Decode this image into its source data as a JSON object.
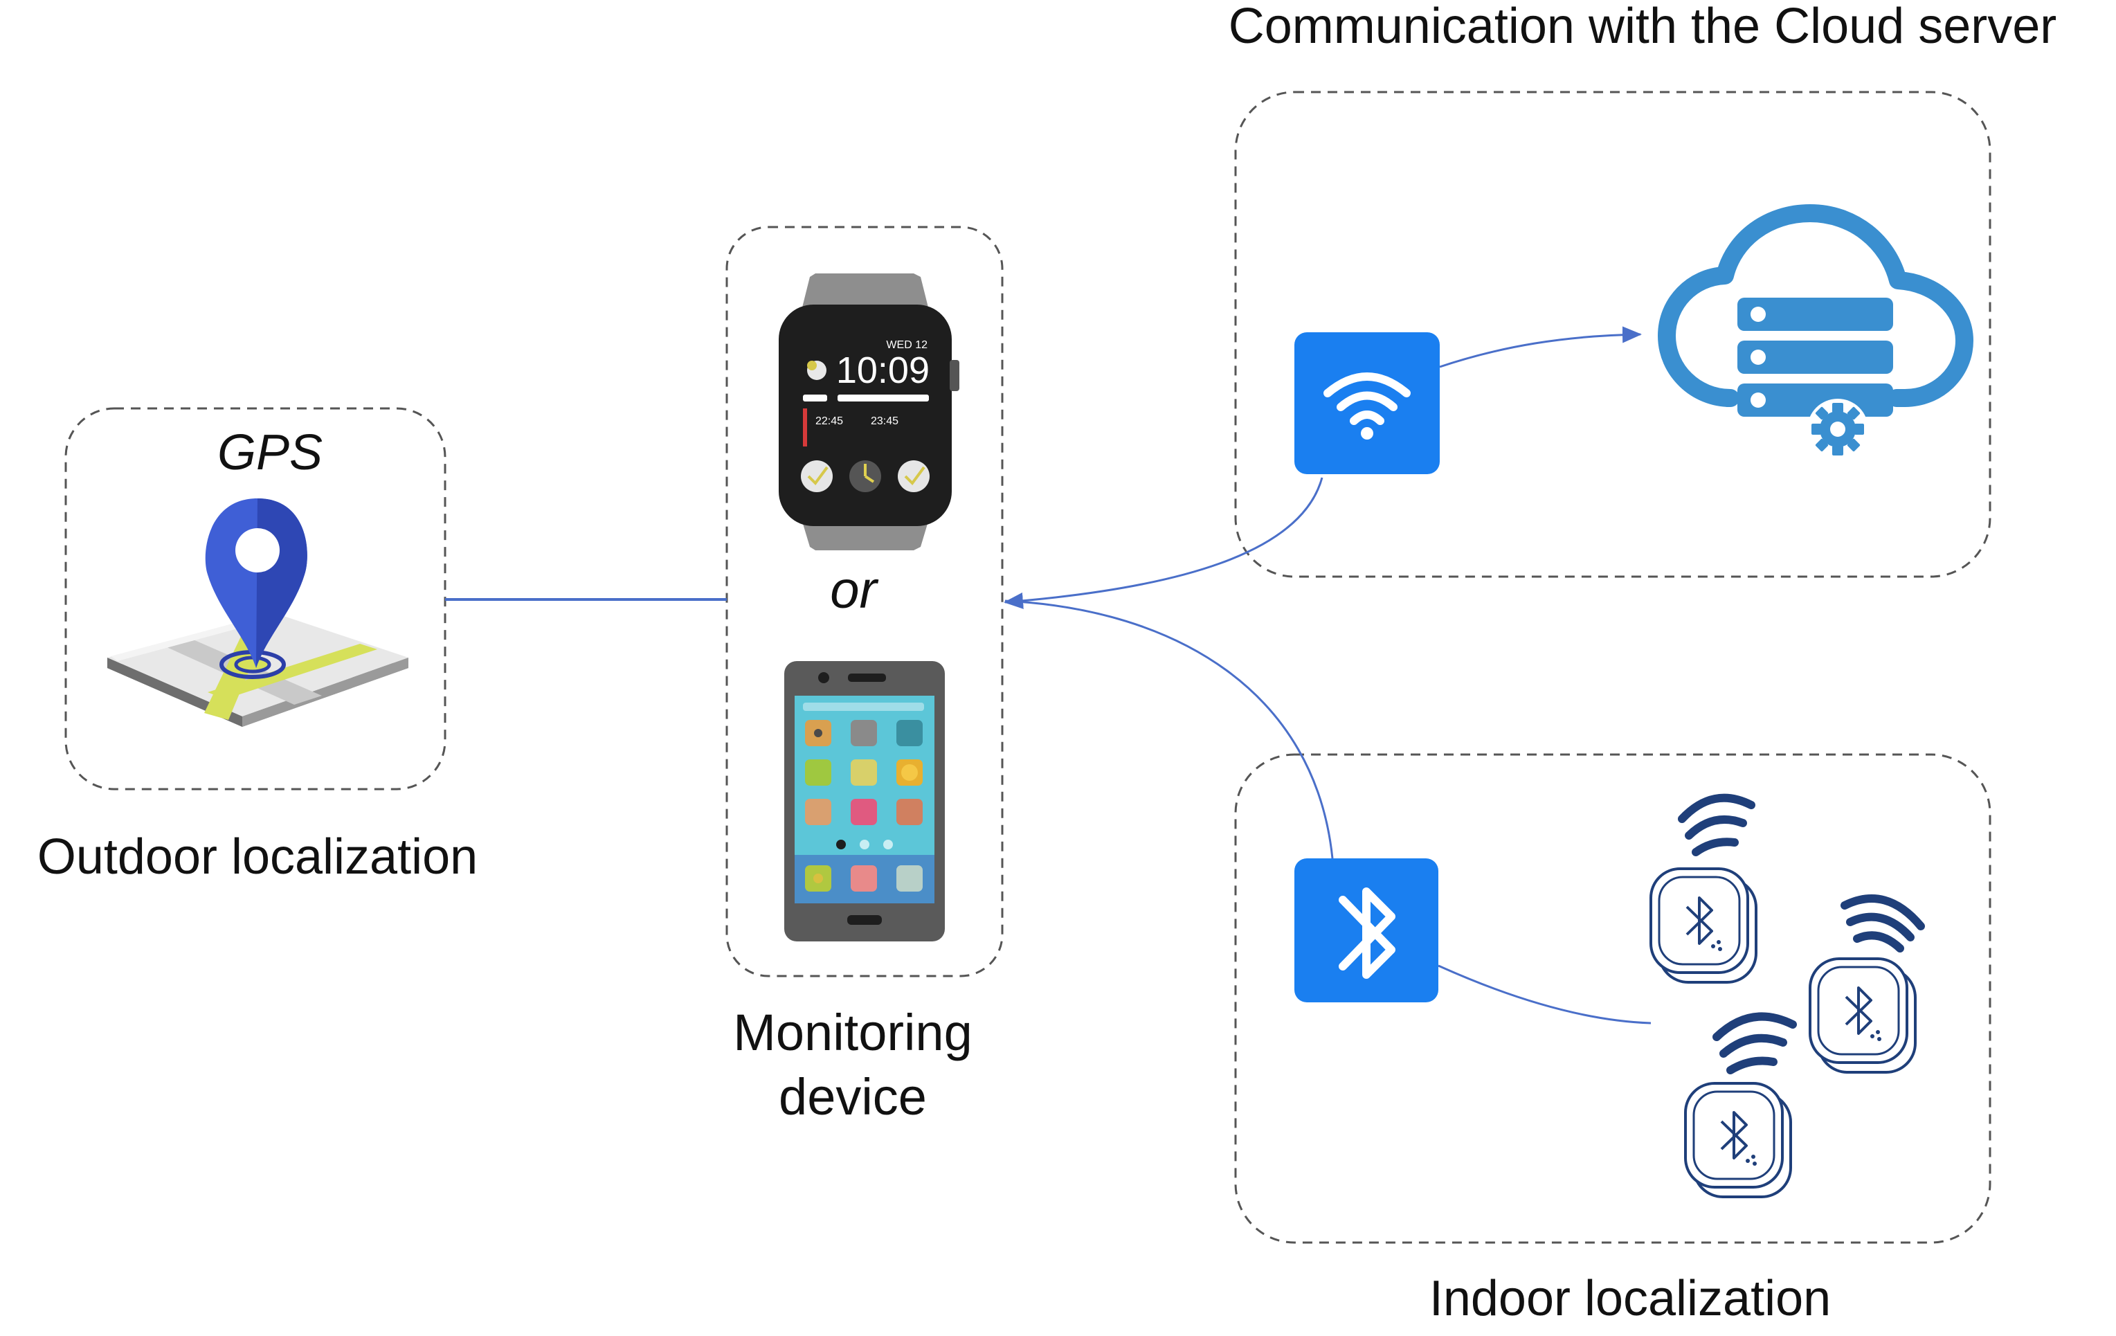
{
  "labels": {
    "gps": "GPS",
    "outdoor": "Outdoor localization",
    "or": "or",
    "monitoring_line1": "Monitoring",
    "monitoring_line2": "device",
    "cloud_title": "Communication with the Cloud server",
    "indoor": "Indoor localization"
  },
  "watch": {
    "day": "WED 12",
    "time": "10:09",
    "t1": "22:45",
    "t2": "23:45"
  },
  "icons": [
    "map-pin-icon",
    "smartwatch-icon",
    "smartphone-icon",
    "wifi-icon",
    "cloud-server-icon",
    "bluetooth-icon",
    "ble-beacon-icon",
    "signal-waves-icon"
  ],
  "colors": {
    "accent_blue": "#1a7ff0",
    "cloud_blue": "#3a8fd0",
    "connector": "#4a6fc9",
    "box_border": "#555555",
    "beacon_blue": "#1f3f7a",
    "pin_blue": "#3f5fd6"
  }
}
